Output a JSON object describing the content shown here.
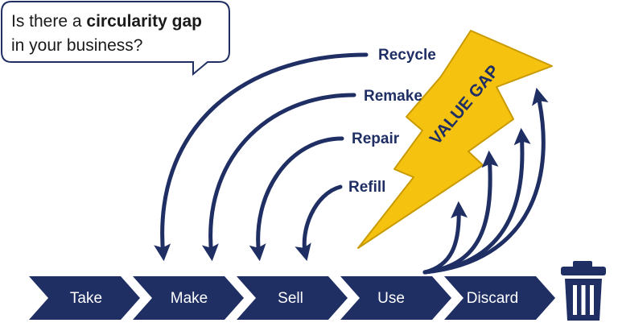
{
  "callout": {
    "prefix": "Is there a ",
    "emphasis": "circularity gap",
    "line2": "in your business?"
  },
  "loops": [
    "Recycle",
    "Remake",
    "Repair",
    "Refill"
  ],
  "steps": [
    "Take",
    "Make",
    "Sell",
    "Use",
    "Discard"
  ],
  "value_gap": "VALUE GAP",
  "colors": {
    "navy": "#1f2f64",
    "bolt_fill": "#f5c30f",
    "bolt_stroke": "#c99a00",
    "bubble_stroke": "#1f2f64"
  },
  "icons": [
    "trash-bin-icon",
    "lightning-bolt-icon"
  ]
}
